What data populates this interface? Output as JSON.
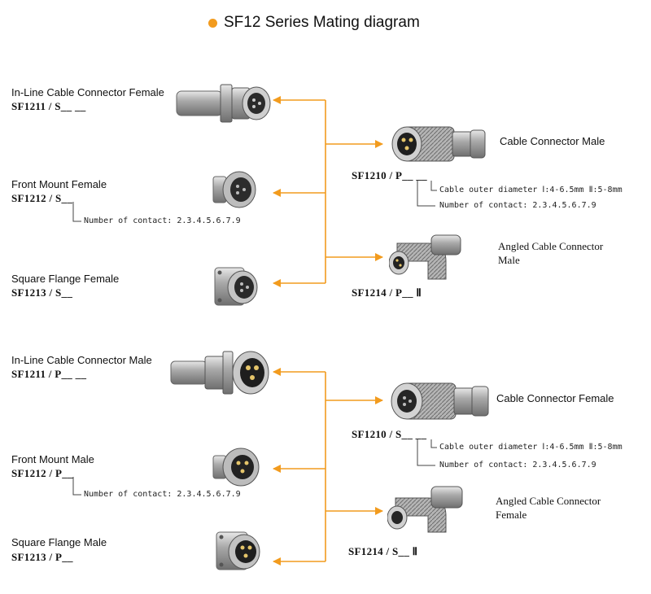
{
  "title": "SF12 Series Mating diagram",
  "colors": {
    "accent": "#f29b1e"
  },
  "top": {
    "left": [
      {
        "name": "In-Line Cable Connector Female",
        "code": "SF1211 / S__ __"
      },
      {
        "name": "Front Mount  Female",
        "code": "SF1212 / S__",
        "note": "Number  of  contact:  2.3.4.5.6.7.9"
      },
      {
        "name": "Square Flange Female",
        "code": "SF1213 / S__"
      }
    ],
    "right": [
      {
        "name": "Cable Connector Male",
        "code": "SF1210 / P__ __",
        "note1": "Cable  outer  diameter  Ⅰ:4-6.5mm    Ⅱ:5-8mm",
        "note2": "Number  of  contact:  2.3.4.5.6.7.9"
      },
      {
        "name_line1": "Angled Cable Connector",
        "name_line2": "Male",
        "code": "SF1214 / P__ Ⅱ"
      }
    ]
  },
  "bottom": {
    "left": [
      {
        "name": "In-Line Cable Connector Male",
        "code": "SF1211 / P__ __"
      },
      {
        "name": "Front Mount  Male",
        "code": "SF1212 / P__",
        "note": "Number  of  contact:  2.3.4.5.6.7.9"
      },
      {
        "name": "Square Flange Male",
        "code": "SF1213 / P__"
      }
    ],
    "right": [
      {
        "name": "Cable Connector Female",
        "code": "SF1210 / S__ __",
        "note1": "Cable  outer  diameter  Ⅰ:4-6.5mm    Ⅱ:5-8mm",
        "note2": "Number  of  contact:  2.3.4.5.6.7.9"
      },
      {
        "name_line1": "Angled Cable Connector",
        "name_line2": "Female",
        "code": "SF1214 / S__ Ⅱ"
      }
    ]
  }
}
